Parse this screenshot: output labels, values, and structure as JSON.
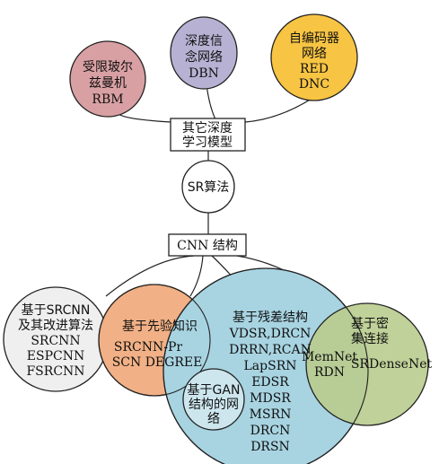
{
  "nodes": {
    "rbm": {
      "lines": [
        "受限玻尔",
        "兹曼机",
        "RBM"
      ],
      "fill": "#d9a0a4"
    },
    "dbn": {
      "lines": [
        "深度信",
        "念网络",
        "DBN"
      ],
      "fill": "#b7b2d3"
    },
    "red": {
      "lines": [
        "自编码器",
        "网络",
        "RED",
        "DNC"
      ],
      "fill": "#f7c443"
    },
    "other": {
      "lines": [
        "其它深度",
        "学习模型"
      ]
    },
    "sr": {
      "lines": [
        "SR算法"
      ]
    },
    "cnn": {
      "lines": [
        "CNN 结构"
      ]
    },
    "srcnn": {
      "lines": [
        "基于SRCNN",
        "及其改进算法",
        "SRCNN",
        "ESPCNN",
        "FSRCNN"
      ],
      "fill": "#efefef"
    },
    "prior": {
      "lines": [
        "基于先验知识",
        "SRCNN-Pr",
        "SCN DEGREE"
      ],
      "fill": "#f1b085"
    },
    "res": {
      "lines": [
        "基于残差结构",
        "VDSR,DRCN",
        "DRRN,RCAN",
        "LapSRN",
        "EDSR",
        "MDSR",
        "MSRN",
        "DRCN",
        "DRSN"
      ],
      "fill": "#a8d4e2"
    },
    "dense": {
      "lines": [
        "基于密",
        "集连接",
        "MemNet",
        "RDN",
        "SRDenseNet"
      ],
      "fill": "#b9cc8e"
    },
    "gan": {
      "lines": [
        "基于GAN",
        "结构的网",
        "络"
      ],
      "fill": "#cde6ee"
    }
  }
}
